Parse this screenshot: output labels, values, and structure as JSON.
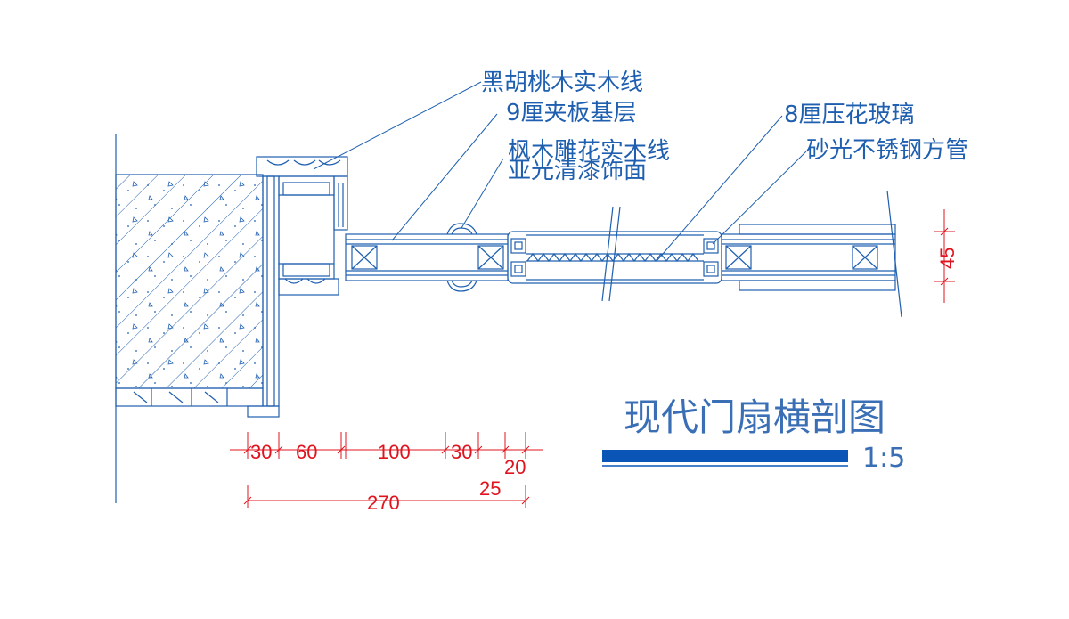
{
  "callouts": {
    "walnut_trim": "黑胡桃木实木线",
    "plywood_base": "9厘夹板基层",
    "maple_carved_trim": "枫木雕花实木线",
    "matte_lacquer": "亚光清漆饰面",
    "embossed_glass": "8厘压花玻璃",
    "stainless_tube": "砂光不锈钢方管"
  },
  "dimensions": {
    "d30a": "30",
    "d60": "60",
    "d100": "100",
    "d30b": "30",
    "d20": "20",
    "d25": "25",
    "d270": "270",
    "d45": "45"
  },
  "title": {
    "text": "现代门扇横剖图",
    "scale": "1:5"
  },
  "colors": {
    "line": "#1f5fb0",
    "dimension": "#e0141e",
    "title_bar": "#0a55b5",
    "title_text": "#3a6fb5",
    "background": "#ffffff"
  }
}
